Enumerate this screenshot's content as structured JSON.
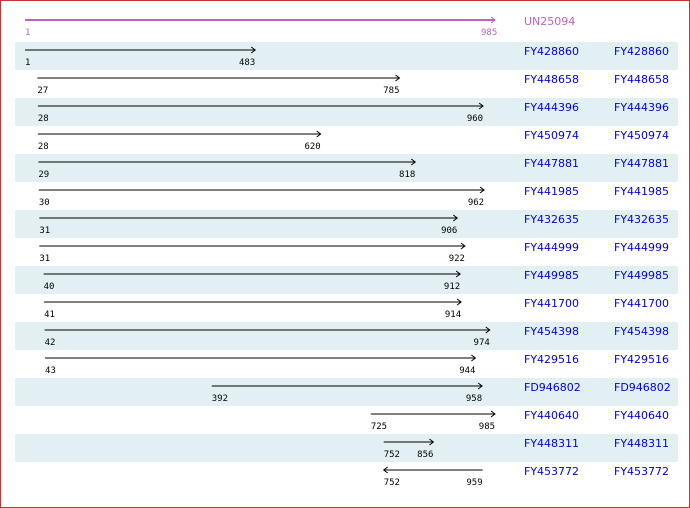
{
  "query": {
    "name": "UN25094",
    "start": 1,
    "end": 985,
    "color": "#c060c0"
  },
  "length": 985,
  "row_color": "#e2f0f4",
  "hits": [
    {
      "name": "FY428860",
      "start": 1,
      "end": 483
    },
    {
      "name": "FY448658",
      "start": 27,
      "end": 785
    },
    {
      "name": "FY444396",
      "start": 28,
      "end": 960
    },
    {
      "name": "FY450974",
      "start": 28,
      "end": 620
    },
    {
      "name": "FY447881",
      "start": 29,
      "end": 818
    },
    {
      "name": "FY441985",
      "start": 30,
      "end": 962
    },
    {
      "name": "FY432635",
      "start": 31,
      "end": 906
    },
    {
      "name": "FY444999",
      "start": 31,
      "end": 922
    },
    {
      "name": "FY449985",
      "start": 40,
      "end": 912
    },
    {
      "name": "FY441700",
      "start": 41,
      "end": 914
    },
    {
      "name": "FY454398",
      "start": 42,
      "end": 974
    },
    {
      "name": "FY429516",
      "start": 43,
      "end": 944
    },
    {
      "name": "FD946802",
      "start": 392,
      "end": 958
    },
    {
      "name": "FY440640",
      "start": 725,
      "end": 985
    },
    {
      "name": "FY448311",
      "start": 752,
      "end": 856
    },
    {
      "name": "FY453772",
      "start": 752,
      "end": 959,
      "reverse": true
    }
  ]
}
